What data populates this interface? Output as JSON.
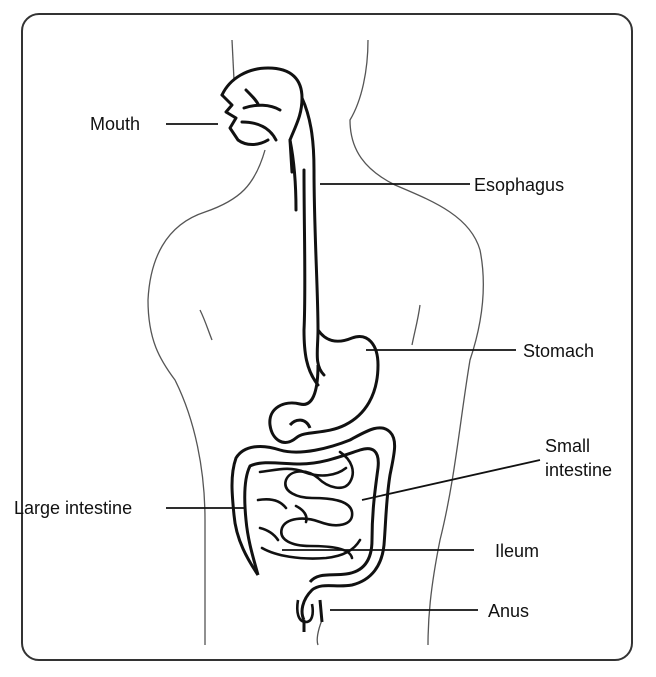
{
  "labels": {
    "mouth": "Mouth",
    "esophagus": "Esophagus",
    "stomach": "Stomach",
    "small_intestine_line1": "Small",
    "small_intestine_line2": "intestine",
    "large_intestine": "Large intestine",
    "ileum": "Ileum",
    "anus": "Anus"
  },
  "colors": {
    "ink": "#111111",
    "body_outline": "#555555",
    "frame": "#333333"
  }
}
